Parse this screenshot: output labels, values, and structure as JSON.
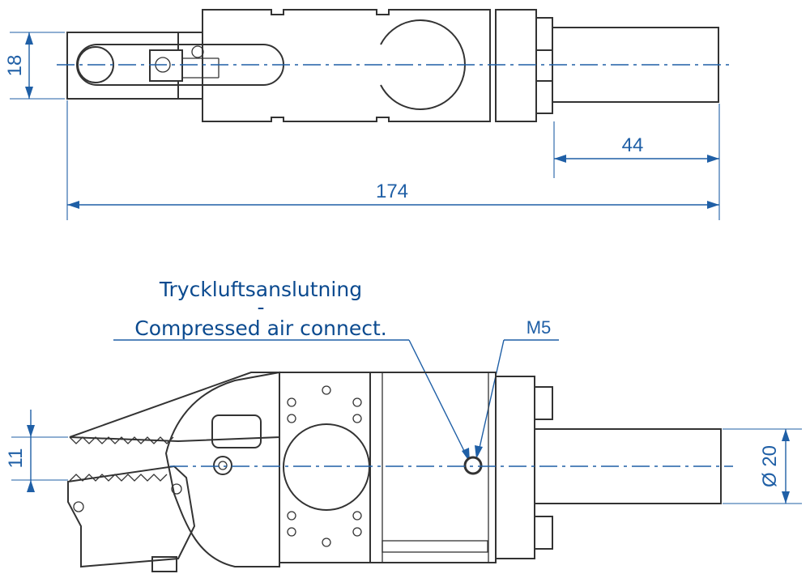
{
  "dimensions": {
    "top_height": "18",
    "rod_length": "44",
    "overall_length": "174",
    "jaw_opening": "11",
    "rod_diameter": "Ø 20"
  },
  "callout": {
    "line1": "Tryckluftsanslutning",
    "separator": "-",
    "line2": "Compressed air connect.",
    "thread": "M5"
  },
  "colors": {
    "dimension": "#1f5fa6",
    "callout_text": "#0b4a8f",
    "outline": "#333333"
  }
}
